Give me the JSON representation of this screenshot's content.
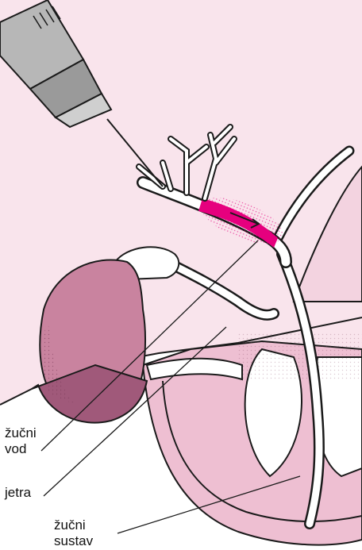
{
  "labels": {
    "bile_duct_line1": "žučni",
    "bile_duct_line2": "vod",
    "liver": "jetra",
    "biliary_system_line1": "žučni",
    "biliary_system_line2": "sustav"
  },
  "colors": {
    "background": "#ffffff",
    "liver_tissue": "#f9e4ec",
    "organ_pink": "#eebfd2",
    "gallbladder": "#c9839f",
    "gallbladder_dark": "#a0597a",
    "contrast_dye": "#e6007e",
    "needle_grey": "#b7b7b7",
    "outline": "#1a1a1a"
  }
}
